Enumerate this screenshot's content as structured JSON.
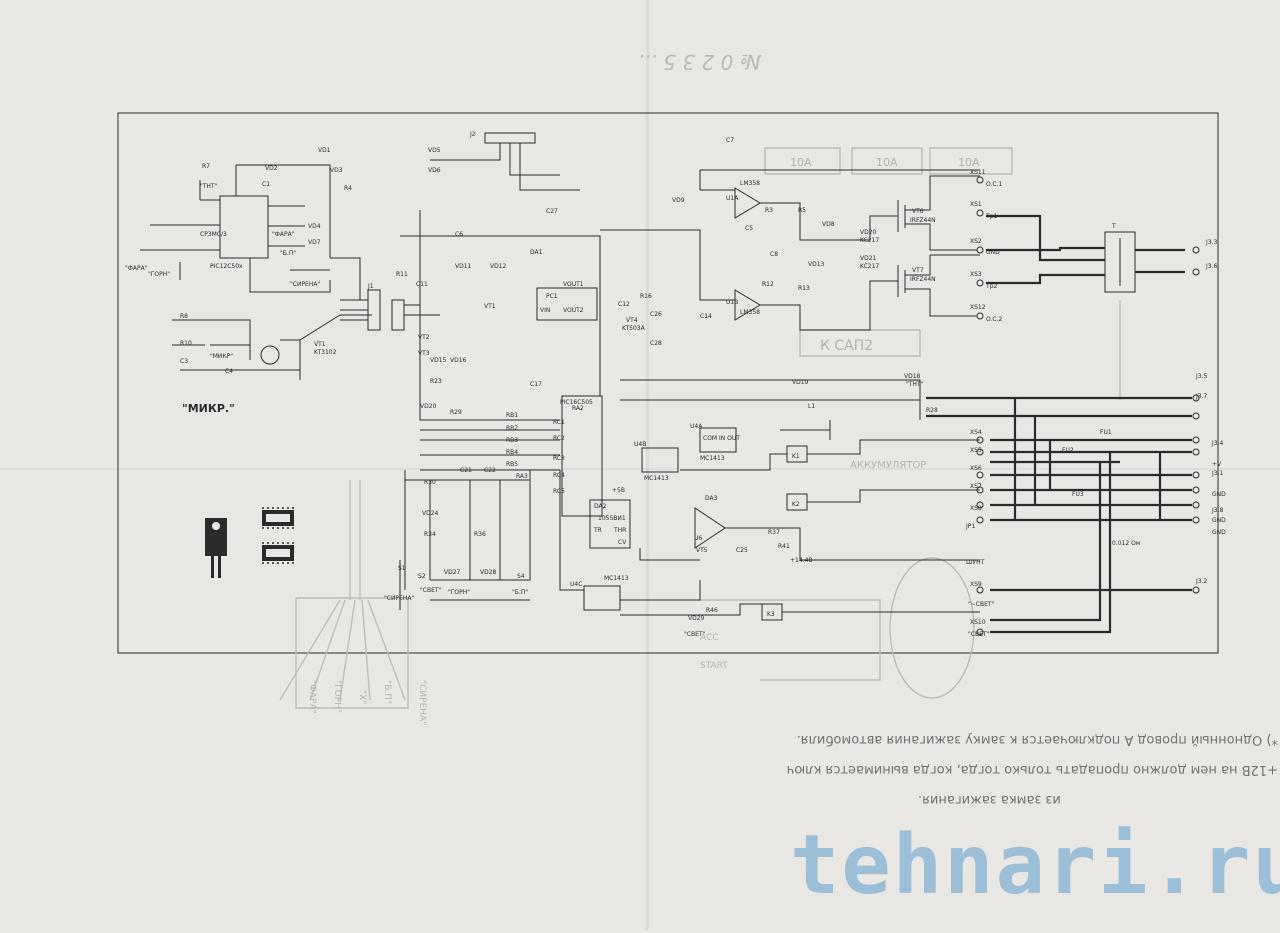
{
  "diagram": {
    "components": {
      "r7": "R7",
      "tnt_top": "\"ТНТ\"",
      "vd1": "VD1",
      "vd2": "VD2",
      "vd3": "VD3",
      "r4": "R4",
      "c1_left": "C1",
      "cp_chip": "CP3MC/3",
      "fara_lbl": "\"ФАРА\"",
      "vd4": "VD4",
      "vd7": "VD7",
      "bp_lbl": "\"Б.П\"",
      "pic_chip": "PIC12C50x",
      "fara_left": "\"ФАРА\"",
      "gorn_left": "\"ГОРН\"",
      "sirena_lbl": "\"СИРЕНА\"",
      "r8": "R8",
      "r10": "R10",
      "c3": "C3",
      "c4": "C4",
      "mikr_lbl": "\"МИКР\"",
      "vt1": "VT1",
      "kt3102": "KT3102",
      "j1": "J1",
      "mikr_big": "\"МИКР.\"",
      "vd5": "VD5",
      "vd6": "VD6",
      "j2": "J2",
      "c27": "C27",
      "c6": "C6",
      "vd11": "VD11",
      "vd12": "VD12",
      "vt1b": "VT1",
      "da1": "DA1",
      "pc1": "PC1",
      "vout1": "VOUT1",
      "vout2": "VOUT2",
      "vin": "VIN",
      "c12": "C12",
      "vt4": "VT4",
      "kt503a": "KT503A",
      "r16": "R16",
      "c26": "C26",
      "c28": "C28",
      "r11": "R11",
      "c11": "C11",
      "vt2": "VT2",
      "vt3": "VT3",
      "vd15": "VD15",
      "vd16": "VD16",
      "r23": "R23",
      "vd20": "VD20",
      "r29": "R29",
      "rb1": "RB1",
      "rb2": "RB2",
      "rb3": "RB3",
      "rb4": "RB4",
      "rb5": "RB5",
      "ra3": "RA3",
      "ra2": "RA2",
      "rc1": "RC1",
      "rc2": "RC2",
      "rc3": "RC3",
      "rc4": "RC4",
      "rc5": "RC5",
      "pic16": "PIC16C505",
      "c17": "C17",
      "r30": "R30",
      "r34": "R34",
      "r36": "R36",
      "c21": "C21",
      "c22": "C22",
      "vd24": "VD24",
      "vd27": "VD27",
      "vd28": "VD28",
      "s1": "S1",
      "s2": "S2",
      "s4": "S4",
      "gorn_bottom": "\"ГОРН\"",
      "bp_bottom": "\"Б.П\"",
      "svet_bottom": "\"СВЕТ\"",
      "sirena_bottom": "\"СИРЕНА\"",
      "da2": "DA2",
      "ne555": "1055ВИ1",
      "tr": "TR",
      "thr": "THR",
      "cv": "CV",
      "u4a": "U4A",
      "u4b": "U4B",
      "u4c": "U4C",
      "mc1413a": "MC1413",
      "mc1413b": "MC1413",
      "mc1413c": "MC1413",
      "com_in_out": "COM IN OUT",
      "lm358a": "LM358",
      "lm358b": "LM358",
      "u1a": "U1A",
      "u1b": "U1B",
      "vt6": "VT6",
      "vt7": "VT7",
      "irfz44n_a": "IRFZ44N",
      "irfz44n_b": "IRFZ44N",
      "r3": "R3",
      "r5": "R5",
      "c5": "C5",
      "c8": "C8",
      "r12": "R12",
      "r13": "R13",
      "vd8": "VD8",
      "vd9": "VD9",
      "vd13": "VD13",
      "vd20b": "VD20",
      "vd21": "VD21",
      "kc217a": "KC217",
      "kc217b": "KC217",
      "c7": "C7",
      "c14": "C14",
      "xs11": "XS11",
      "xs1": "XS1",
      "xs2": "XS2",
      "xs3": "XS3",
      "xs12": "XS12",
      "oc1": "O.C.1",
      "tp1": "Тр1",
      "gnd_xs2": "GND",
      "tp2": "Тр2",
      "oc2": "O.C.2",
      "t_trans": "T",
      "j3_3": "J3.3",
      "j3_6": "J3.6",
      "j3_5": "J3.5",
      "j3_7": "J3.7",
      "j3_4": "J3.4",
      "j3_1": "J3.1",
      "j3_8": "J3.8",
      "j3_2": "J3.2",
      "gnd_1": "GND",
      "gnd_2": "GND",
      "gnd_3": "GND",
      "plus_v": "+V",
      "fu1": "FU1",
      "fu2": "FU2",
      "fu3": "FU3",
      "k1": "K1",
      "k2": "K2",
      "k3": "K3",
      "l1": "L1",
      "vd18": "VD18",
      "tnt_right": "\"ТНТ\"",
      "r28": "R28",
      "vd19": "VD19",
      "xs4": "XS4",
      "xs5": "XS5",
      "xs6": "XS6",
      "xs7": "XS7",
      "xs8": "XS8",
      "xs9": "XS9",
      "xs10": "XS10",
      "jp1": "JP1",
      "shunt": "ШУНТ",
      "svet_xs9": "\"~СВЕТ\"",
      "svet_xs10": "\"СВЕТ\"",
      "plus14": "+14.4В",
      "r_shunt": "0.012 Ом",
      "da3": "DA3",
      "u6": "U6",
      "c25": "C25",
      "r37": "R37",
      "r41": "R41",
      "vt5": "VT5",
      "vd29": "VD29",
      "svet_low": "\"СВЕТ\"",
      "r46": "R46",
      "pol": "+5В",
      "ten_a": "10A",
      "ten_b": "10A",
      "ten_c": "10A",
      "k_saf2": "К САП2",
      "akku": "АККУМУЛЯТОР",
      "acc": "ACC",
      "start": "START",
      "mirror_1": "\"ФАРА\"",
      "mirror_2": "\"ГОРН\"",
      "mirror_3": "\"Х\"",
      "mirror_4": "\"Б.П\"",
      "mirror_5": "\"СИРЕНА\""
    },
    "note_lines": [
      "*) Однонный провод А подключается к замку зажигания автомобиля.",
      "+12В на нем должно пропадать только тогда, когда вынимается ключ",
      "из замка зажигания."
    ],
    "pencil_mark": "№ 0 2 3 5 ...",
    "watermark": "tehnari.ru"
  },
  "colors": {
    "paper": "#e9e7e4",
    "ink": "#2b2b2b",
    "watermark": "#8fb8d4"
  }
}
